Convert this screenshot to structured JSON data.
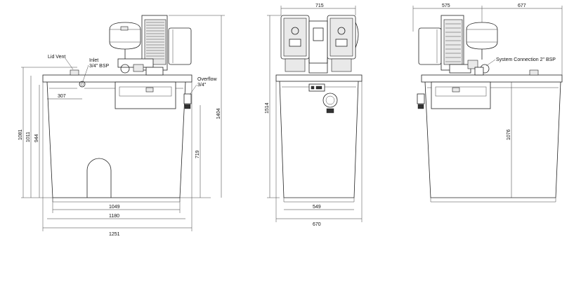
{
  "callouts": {
    "lid_vent": "Lid Vent",
    "inlet_line1": "Inlet",
    "inlet_line2": "3/4\" BSP",
    "overflow_line1": "Overflow",
    "overflow_line2": "3/4\"",
    "system_connection": "System Connection 2\" BSP"
  },
  "dimensions": {
    "front": {
      "inlet_offset": "307",
      "overall_height": "1404",
      "height_1081": "1081",
      "height_1011": "1011",
      "height_944": "944",
      "overflow_height": "719",
      "base_width": "1049",
      "body_width": "1180",
      "overall_width": "1251"
    },
    "side": {
      "top_width": "715",
      "overall_height": "1514",
      "base_width": "549",
      "overall_width": "670"
    },
    "rear": {
      "left_width": "575",
      "right_width": "677",
      "tank_height": "1076"
    }
  }
}
